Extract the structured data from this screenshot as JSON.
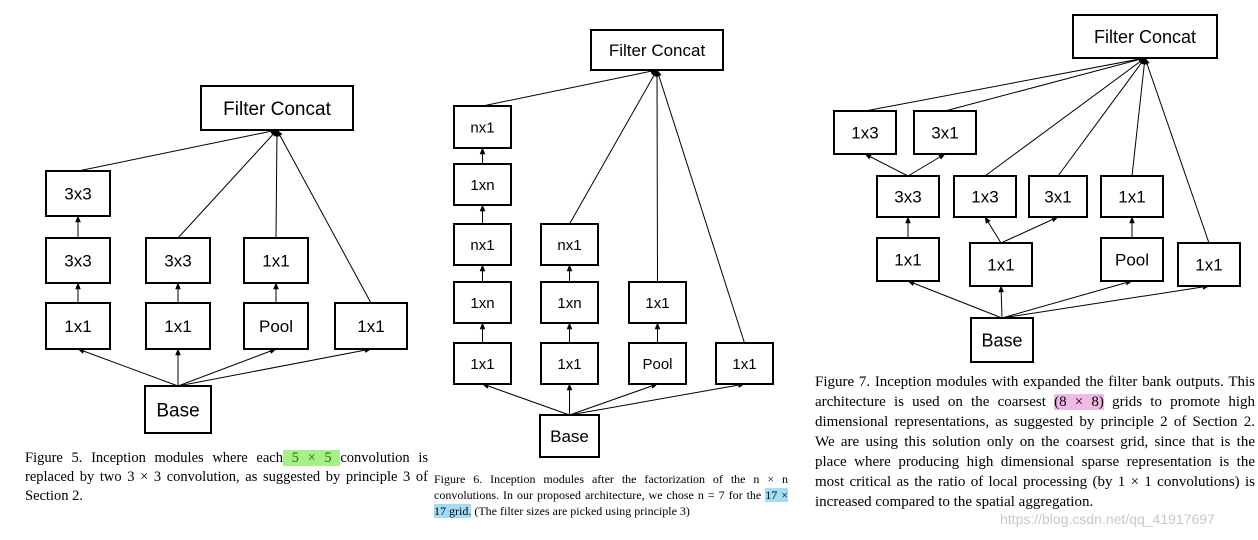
{
  "figure5": {
    "boxes": {
      "concat": "Filter Concat",
      "b1_3x3_top": "3x3",
      "b1_3x3": "3x3",
      "b1_1x1": "1x1",
      "b2_3x3": "3x3",
      "b2_1x1": "1x1",
      "b3_1x1": "1x1",
      "b3_pool": "Pool",
      "b4_1x1": "1x1",
      "base": "Base"
    },
    "caption": {
      "pre": "Figure 5. Inception modules where each",
      "hl": " 5 × 5 ",
      "post": "convolution is replaced by two 3 × 3 convolution, as suggested by principle 3 of Section 2."
    }
  },
  "figure6": {
    "boxes": {
      "concat": "Filter Concat",
      "b1_nx1_top": "nx1",
      "b1_1xn_top": "1xn",
      "b1_nx1": "nx1",
      "b1_1xn": "1xn",
      "b1_1x1": "1x1",
      "b2_nx1": "nx1",
      "b2_1xn": "1xn",
      "b2_1x1": "1x1",
      "b3_1x1": "1x1",
      "b3_pool": "Pool",
      "b4_1x1": "1x1",
      "base": "Base"
    },
    "caption": {
      "pre": "Figure 6. Inception modules after the factorization of the n × n convolutions. In our proposed architecture, we chose n = 7 for the ",
      "hl": "17 × 17 grid.",
      "post": " (The filter sizes are picked using principle 3)"
    }
  },
  "figure7": {
    "boxes": {
      "concat": "Filter Concat",
      "b1_1x3": "1x3",
      "b1_3x1": "3x1",
      "b1_3x3": "3x3",
      "b1_1x1": "1x1",
      "b2_1x3": "1x3",
      "b2_3x1": "3x1",
      "b2_1x1": "1x1",
      "b3_1x1": "1x1",
      "b3_pool": "Pool",
      "b4_1x1": "1x1",
      "base": "Base"
    },
    "caption": {
      "pre": "Figure 7. Inception modules with expanded the filter bank outputs. This architecture is used on the coarsest ",
      "hl": "(8 × 8)",
      "post": " grids to promote high dimensional representations, as suggested by principle 2 of Section 2. We are using this solution only on the coarsest grid, since that is the place where producing high dimensional sparse representation is the most critical as the ratio of local processing (by 1 × 1 convolutions) is increased compared to the spatial aggregation."
    }
  },
  "watermark": "https://blog.csdn.net/qq_41917697"
}
